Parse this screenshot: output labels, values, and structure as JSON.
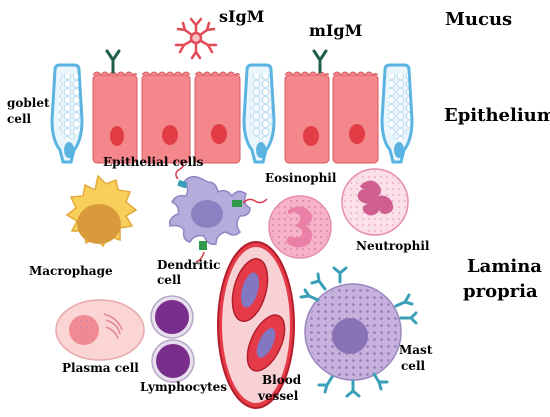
{
  "labels": {
    "mucus": "Mucus",
    "epithelium": "Epithelium",
    "lamina": "Lamina",
    "propria": "propria",
    "sigm": "sIgM",
    "migm": "mIgM",
    "goblet": "goblet",
    "cell": "cell",
    "epithelial_cells": "Epithelial cells",
    "eosinophil": "Eosinophil",
    "neutrophil": "Neutrophil",
    "macrophage": "Macrophage",
    "dendritic": "Dendritic",
    "dendritic_cell": "cell",
    "plasma_cell": "Plasma cell",
    "lymphocytes": "Lymphocytes",
    "blood": "Blood",
    "vessel": "vessel",
    "mast": "Mast",
    "mast_cell": "cell"
  },
  "colors": {
    "epithelial_fill": "#f4878c",
    "epithelial_stroke": "#d65a61",
    "nucleus_red": "#e23c45",
    "goblet_blue": "#5ab3e0",
    "antibody_dark": "#1f5e4a",
    "antibody_teal": "#3a9fb8",
    "sigm_red": "#e24a58",
    "macrophage_yellow": "#f8cf5a",
    "dendritic_purple": "#b6acdc",
    "eosinophil_pink": "#f6b3c8",
    "plasma_pink": "#fbd4d4",
    "lymph_purple": "#7a2e8c",
    "vessel_red": "#e53b49",
    "mast_lilac": "#c7b2de"
  }
}
